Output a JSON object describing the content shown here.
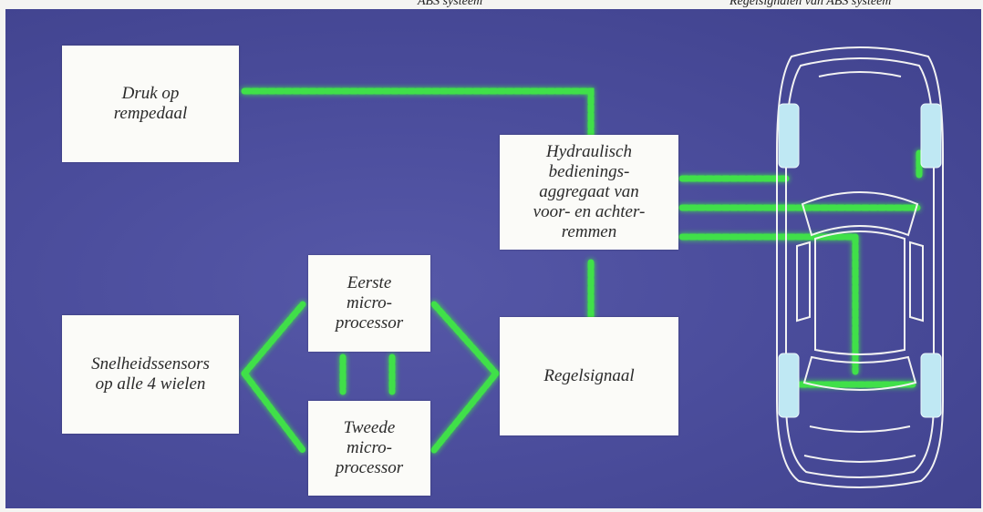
{
  "captions": {
    "left": "ABS systeem",
    "right": "Regelsignalen van ABS systeem"
  },
  "boxes": {
    "pedal": "Druk op\nrempedaal",
    "hydraulic": "Hydraulisch\nbedienings-\naggregaat van\nvoor- en achter-\nremmen",
    "sensors": "Snelheidssensors\nop alle 4 wielen",
    "cpu1": "Eerste\nmicro-\nprocessor",
    "cpu2": "Tweede\nmicro-\nprocessor",
    "control": "Regelsignaal"
  },
  "colors": {
    "background": "#4b4d9c",
    "box": "#fbfbf8",
    "signal": "#3fe04a",
    "car_outline": "#f2f2f2",
    "wheel": "#bfe8f3"
  }
}
